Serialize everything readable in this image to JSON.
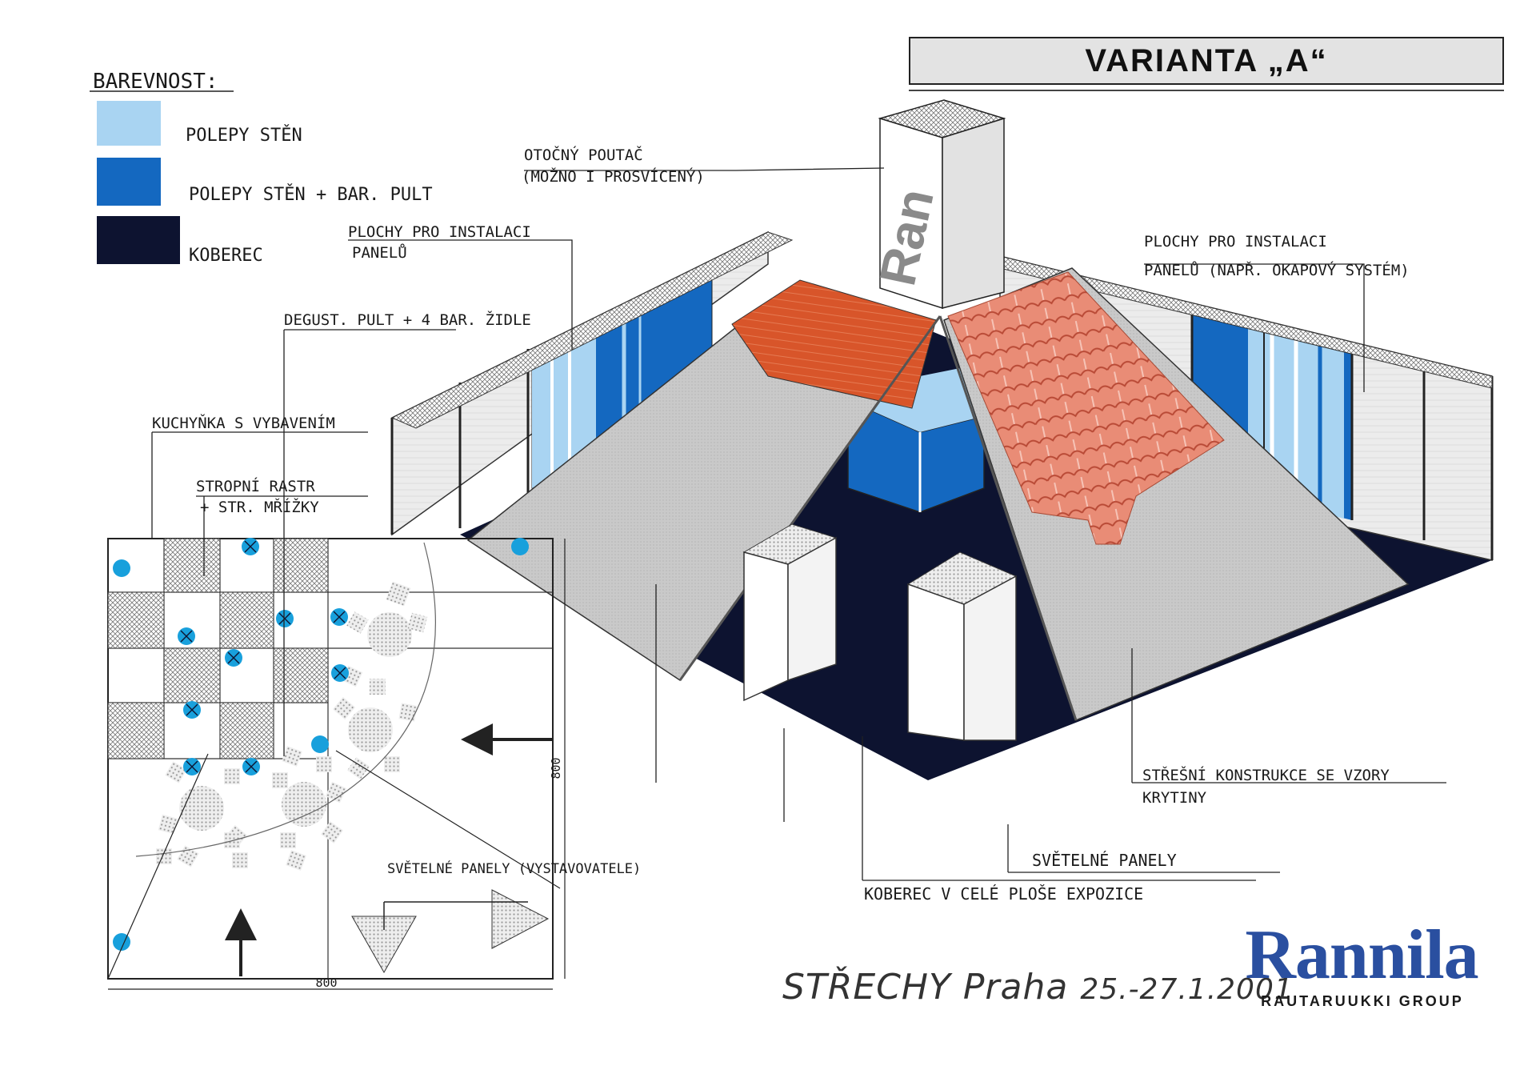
{
  "title": "VARIANTA „A“",
  "legend": {
    "heading": "BAREVNOST:",
    "items": [
      {
        "label": "POLEPY STĚN",
        "color": "#a9d4f2"
      },
      {
        "label": "POLEPY STĚN + BAR. PULT",
        "color": "#1468c0"
      },
      {
        "label": "KOBEREC",
        "color": "#0d1330"
      }
    ]
  },
  "annotations": {
    "rotating_column": [
      "OTOČNÝ POUTAČ",
      "(MOŽNO I PROSVÍCENÝ)"
    ],
    "panel_areas_left": [
      "PLOCHY PRO INSTALACI",
      "PANELŮ"
    ],
    "panel_areas_right": [
      "PLOCHY PRO INSTALACI",
      "PANELŮ (NAPŘ. OKAPOVÝ SYSTÉM)"
    ],
    "tasting_counter": "DEGUST. PULT + 4 BAR. ŽIDLE",
    "kitchen": "KUCHYŇKA S VYBAVENÍM",
    "ceiling_grid": [
      "STROPNÍ RASTR",
      "+ STR. MŘÍŽKY"
    ],
    "roof_structure": [
      "STŘEŠNÍ KONSTRUKCE SE VZORY",
      "KRYTINY"
    ],
    "light_panels": "SVĚTELNÉ PANELY",
    "carpet": "KOBEREC V CELÉ PLOŠE EXPOZICE",
    "exhibitor_panels": "SVĚTELNÉ PANELY (VYSTAVOVATELE)"
  },
  "column_brand": "Ran",
  "dimensions": {
    "width": "800",
    "depth": "800"
  },
  "event": {
    "name": "STŘECHY",
    "city": "Praha",
    "dates": "25.-27.1.2001"
  },
  "logo": {
    "name": "Rannila",
    "group": "RAUTARUUKKI GROUP"
  },
  "colors": {
    "wall_light_blue": "#a9d4f2",
    "wall_blue": "#1468c0",
    "carpet_navy": "#0d1330",
    "roof_orange": "#d8552a",
    "roof_tile_pink": "#e98c76",
    "roof_grey": "#c7c7c7",
    "logo_blue": "#2a4fa0",
    "light_marker": "#18a0dc"
  }
}
